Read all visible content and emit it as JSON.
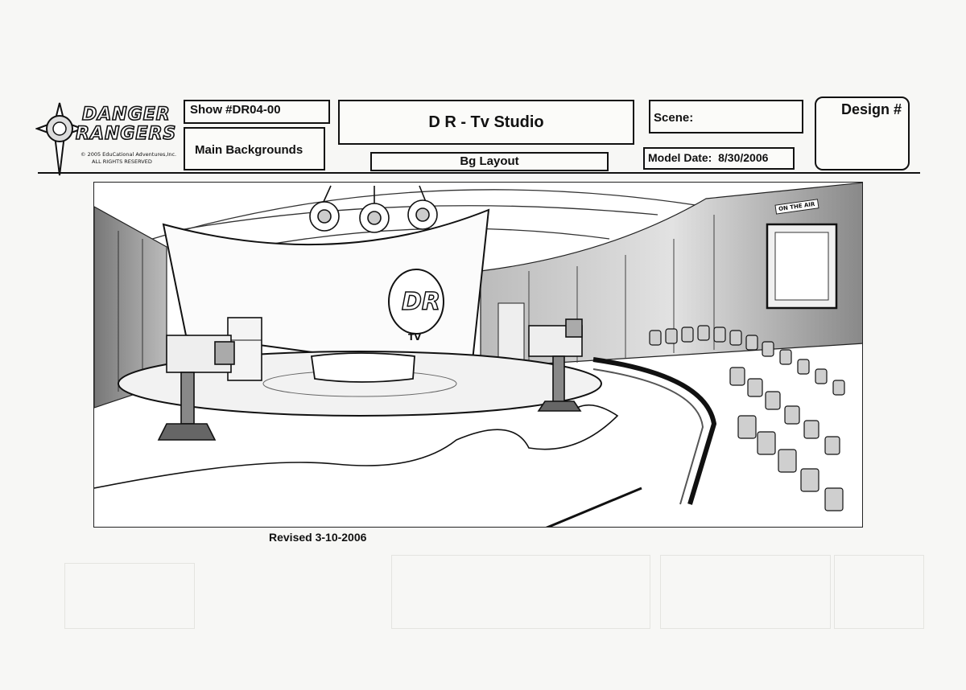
{
  "logo": {
    "word1": "DANGER",
    "word2": "RANGERS",
    "copyright_line1": "© 2005 EduCational Adventures,Inc.",
    "copyright_line2": "ALL RIGHTS RESERVED"
  },
  "header": {
    "show_label": "Show #",
    "show_value": "DR04-00",
    "main_backgrounds": "Main Backgrounds",
    "title": "D R - Tv Studio",
    "bg_layout": "Bg Layout",
    "scene_label": "Scene:",
    "model_date_label": "Model Date:",
    "model_date_value": "8/30/2006",
    "design_label": "Design #"
  },
  "drawing": {
    "on_air_sign": "ON THE AIR",
    "backdrop_logo": "DR",
    "backdrop_sub": "TV"
  },
  "footer": {
    "revised": "Revised 3-10-2006"
  },
  "colors": {
    "ink": "#111111",
    "paper": "#f7f7f5"
  }
}
